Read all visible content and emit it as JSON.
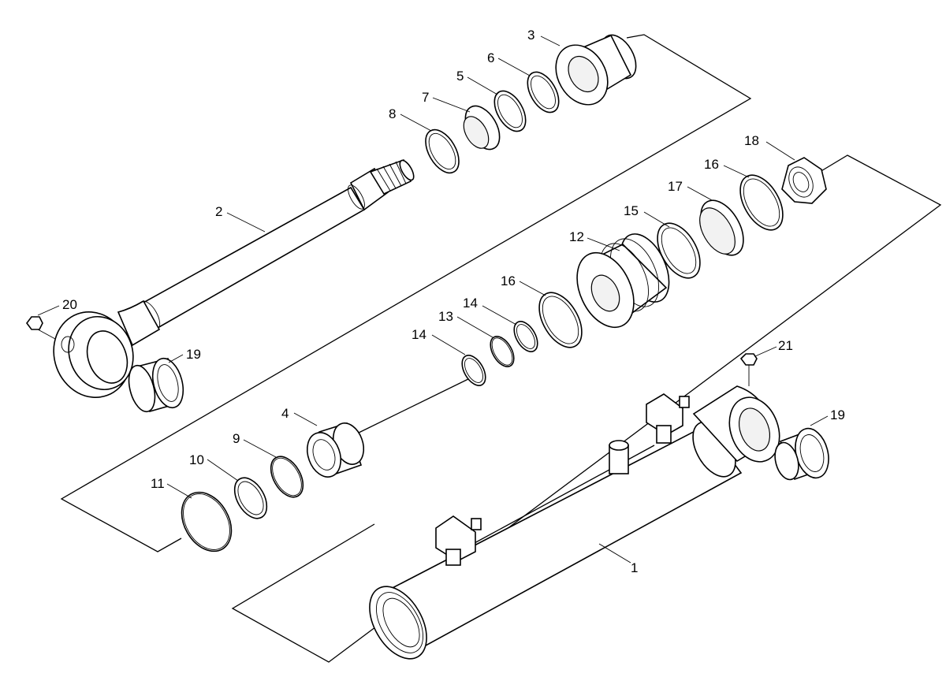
{
  "callouts": {
    "c1": "1",
    "c2": "2",
    "c3": "3",
    "c4": "4",
    "c5": "5",
    "c6": "6",
    "c7": "7",
    "c8": "8",
    "c9": "9",
    "c10": "10",
    "c11": "11",
    "c12": "12",
    "c13": "13",
    "c14a": "14",
    "c14b": "14",
    "c15": "15",
    "c16a": "16",
    "c16b": "16",
    "c17": "17",
    "c18": "18",
    "c19a": "19",
    "c19b": "19",
    "c20": "20",
    "c21": "21"
  }
}
